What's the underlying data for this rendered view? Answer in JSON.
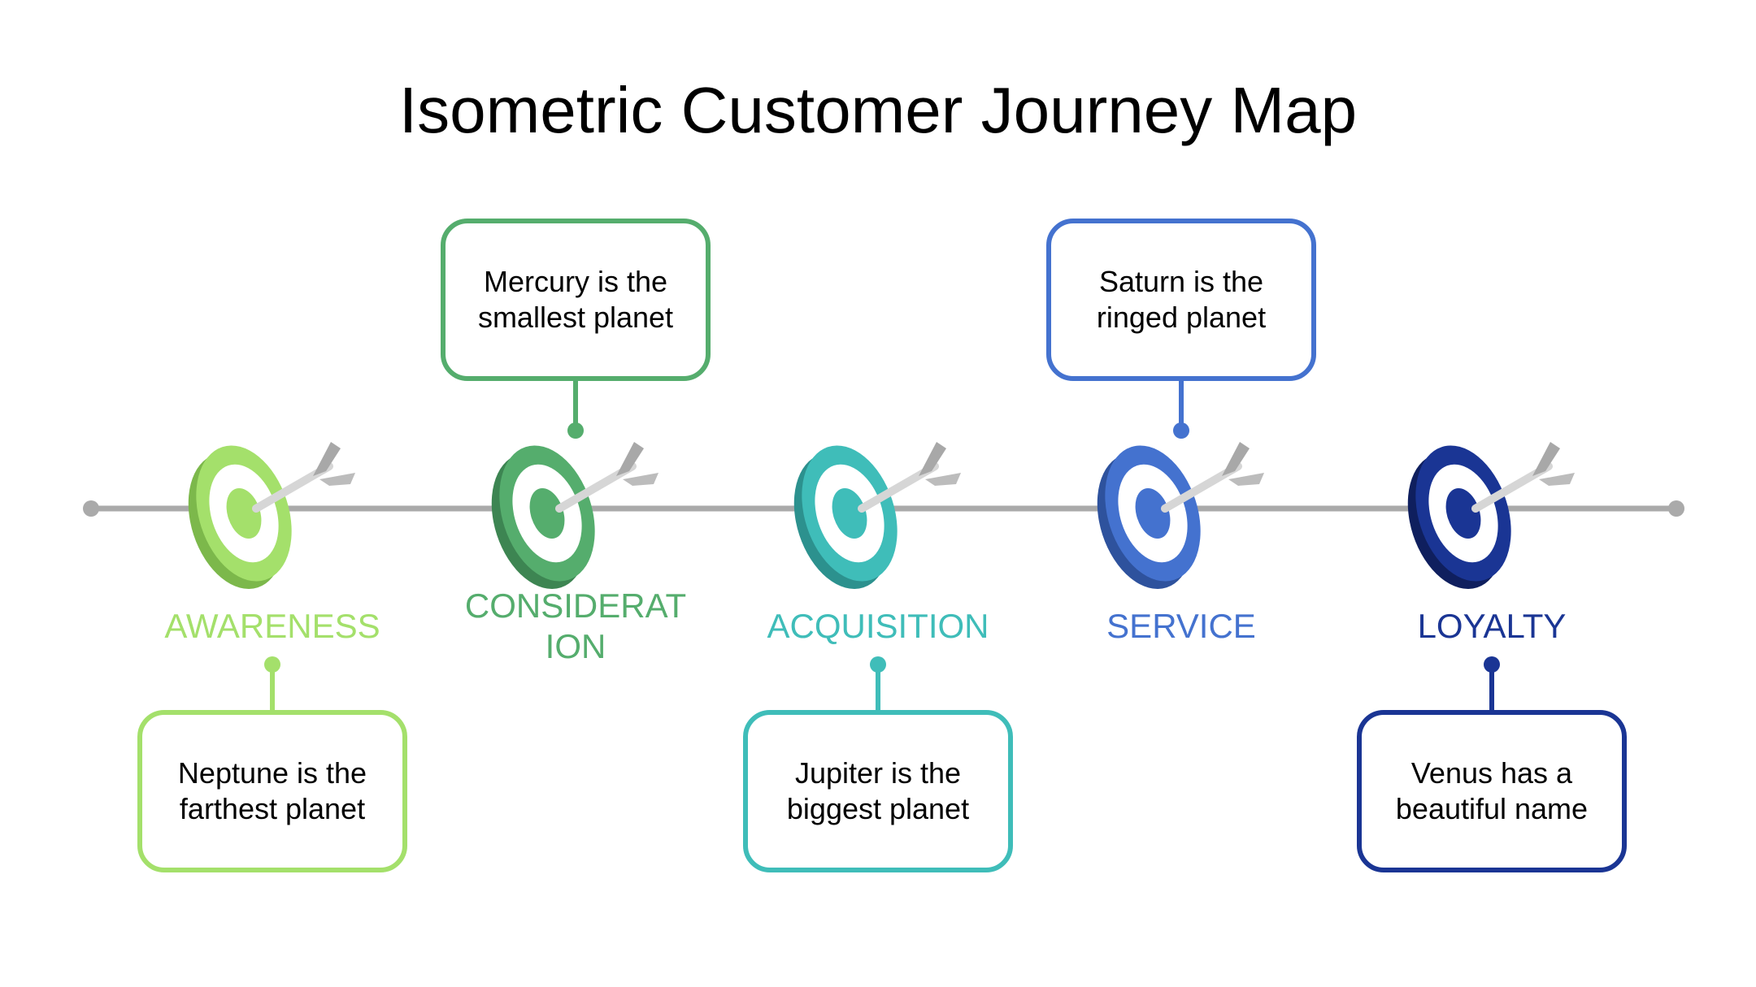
{
  "title": "Isometric Customer Journey Map",
  "stages": [
    {
      "label_lines": [
        "AWARENESS"
      ],
      "color": "#a4e06b",
      "dark": "#7cb84b",
      "text": [
        "Neptune is the",
        "farthest planet"
      ],
      "box": "below"
    },
    {
      "label_lines": [
        "CONSIDERAT",
        "ION"
      ],
      "color": "#55ad6d",
      "dark": "#3d8552",
      "text": [
        "Mercury is the",
        "smallest planet"
      ],
      "box": "above"
    },
    {
      "label_lines": [
        "ACQUISITION"
      ],
      "color": "#3fbdb9",
      "dark": "#2c918e",
      "text": [
        "Jupiter is the",
        "biggest planet"
      ],
      "box": "below"
    },
    {
      "label_lines": [
        "SERVICE"
      ],
      "color": "#4472cf",
      "dark": "#2e529d",
      "text": [
        "Saturn is the",
        "ringed planet"
      ],
      "box": "above"
    },
    {
      "label_lines": [
        "LOYALTY"
      ],
      "color": "#1a3594",
      "dark": "#0f1f5e",
      "text": [
        "Venus has a",
        "beautiful name"
      ],
      "box": "below"
    }
  ]
}
